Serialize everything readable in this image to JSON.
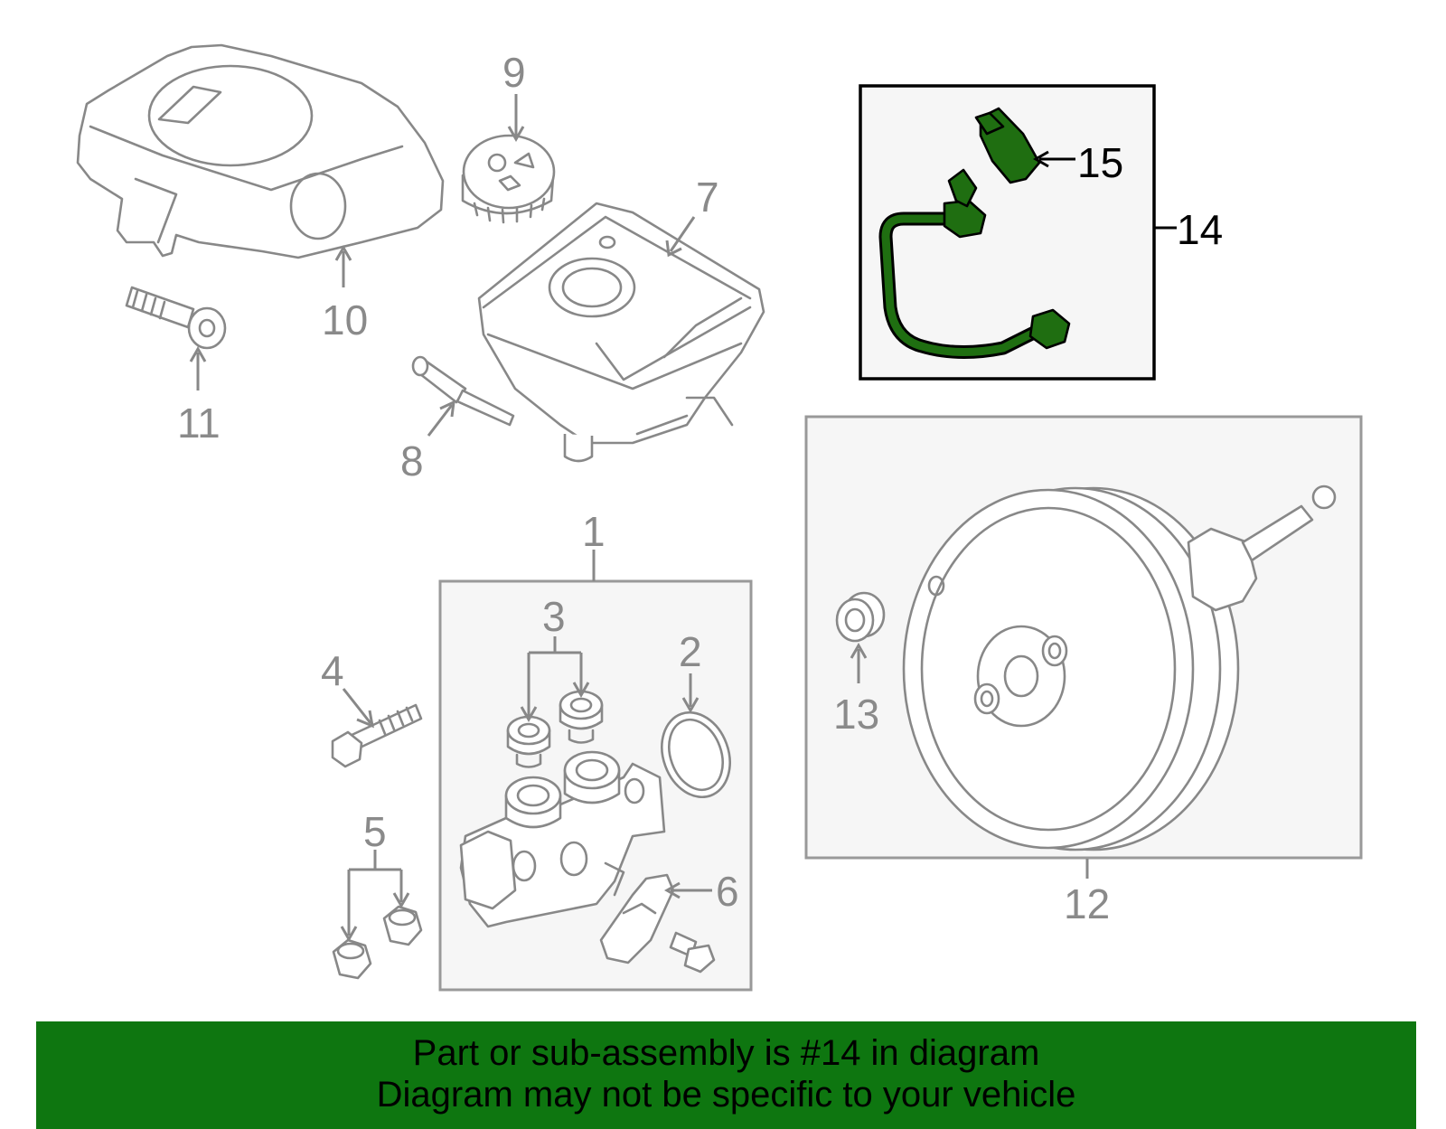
{
  "callouts": {
    "c1": "1",
    "c2": "2",
    "c3": "3",
    "c4": "4",
    "c5": "5",
    "c6": "6",
    "c7": "7",
    "c8": "8",
    "c9": "9",
    "c10": "10",
    "c11": "11",
    "c12": "12",
    "c13": "13",
    "c14": "14",
    "c15": "15"
  },
  "banner": {
    "line1": "Part or sub-assembly is #14 in diagram",
    "line2": "Diagram may not be specific to your vehicle"
  },
  "colors": {
    "highlight_part": "#1f6e11",
    "banner_background": "#0e7610",
    "line_art": "#888888",
    "box_fill": "#f6f6f6"
  }
}
